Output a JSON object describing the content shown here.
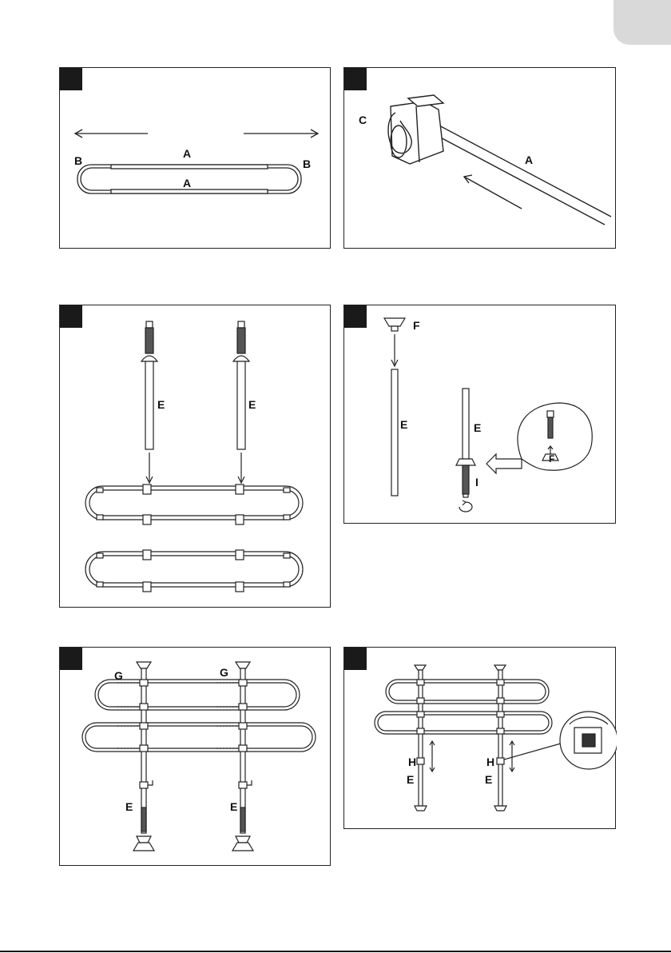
{
  "page": {
    "corner_tab_color": "#d9d9d9",
    "badge_color": "#1a1a1a"
  },
  "step1": {
    "label_a_top": "A",
    "label_a_bottom": "A",
    "label_b_left": "B",
    "label_b_right": "B"
  },
  "step2": {
    "label_c": "C",
    "label_a": "A"
  },
  "step3": {
    "label_e_left": "E",
    "label_e_right": "E"
  },
  "step4": {
    "label_f_top": "F",
    "label_e_left": "E",
    "label_e_right": "E",
    "label_i": "I",
    "label_f_detail": "F"
  },
  "step5": {
    "label_g_left": "G",
    "label_g_right": "G",
    "label_e_left": "E",
    "label_e_right": "E"
  },
  "step6": {
    "label_h_left": "H",
    "label_h_right": "H",
    "label_e_left": "E",
    "label_e_right": "E"
  }
}
